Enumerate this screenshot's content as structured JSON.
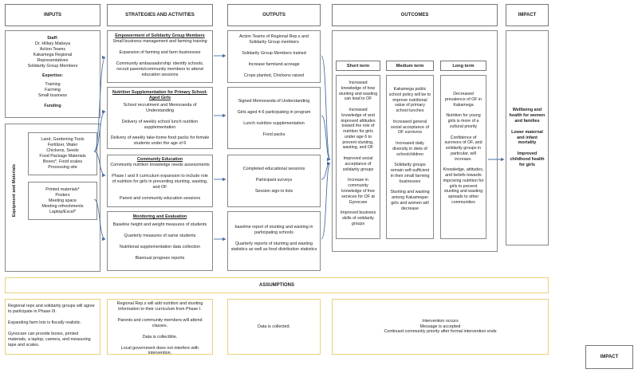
{
  "headers": {
    "inputs": "INPUTS",
    "strategies": "STRATEGIES AND ACTIVITIES",
    "outputs": "OUTPUTS",
    "outcomes": "OUTCOMES",
    "impact": "IMPACT"
  },
  "inputs_staff": {
    "title": "Staff:",
    "lines": [
      "Dr. Hillary Mabeya",
      "Action Teams",
      "Kakamega Regional",
      "Representatives",
      "Solidarity Group Members"
    ],
    "expertise_title": "Expertise:",
    "expertise": [
      "Training",
      "Farming",
      "Small business"
    ],
    "funding_title": "Funding"
  },
  "equipment": {
    "side_label": "Equipment and Materials",
    "box1": [
      "Land, Gardening Tools",
      "Fertilizer, Water",
      "Chickens, Seeds",
      "Food Package Materials",
      "Boxes*, Food scales",
      "Processing site"
    ],
    "box2": [
      "Printed materials*",
      "Posters",
      "Meeting space",
      "Meeting refreshments",
      "Laptop/Excel*"
    ]
  },
  "strategies": [
    {
      "title": "Empowerment of Solidarity Group Members",
      "items": [
        "Small business management and farming training",
        "Expansion of farming and farm businesses",
        "Community ambassadorship: identify schools, recruit parents/community members to attend education sessions"
      ]
    },
    {
      "title": "Nutrition Supplementation for Primary School-Aged Girls",
      "items": [
        "School recruitment and Memoranda of Understanding",
        "Delivery of weekly school lunch nutrition supplementation",
        "Delivery of weekly take-home food packs for female students under the age of 6"
      ]
    },
    {
      "title": "Community Education",
      "items": [
        "Community nutrition knowledge needs assessments",
        "Phase I and II curriculum expansion to include role of nutrition for girls in preventing stunting, wasting, and OF",
        "Parent and community education sessions"
      ]
    },
    {
      "title": "Monitoring and Evaluation",
      "items": [
        "Baseline height and weight measures of students",
        "Quarterly measures of same students",
        "Nutritional supplementation data collection",
        "Biannual progress reports"
      ]
    }
  ],
  "outputs": [
    [
      "Action Teams of Regional Rep.s and Solidarity Group members",
      "Solidarity Group Members trained",
      "Increase farmland acreage",
      "Crops planted, Chickens raised"
    ],
    [
      "Signed Memoranda of Understanding",
      "Girls aged 4-6 participating in program",
      "Lunch nutrition supplementation",
      "Food packs"
    ],
    [
      "Completed educational sessions",
      "Participant surveys",
      "Session sign-in lists"
    ],
    [
      "baseline report of stunting and wasting in participating schools",
      "Quarterly reports of stunting and wasting statistics as well as food distribution statistics"
    ]
  ],
  "outcomes": {
    "short_label": "Short term",
    "medium_label": "Medium term",
    "long_label": "Long term",
    "short": [
      "Increased knowledge of how stunting and wasting can lead to OF",
      "Increased knowledge of and improved attitudes toward the role of nutrition for girls under age 6 to prevent stunting, wasting, and OF",
      "Improved social acceptance of solidarity groups",
      "Increase in community knowledge of free services for OF at Gynocare",
      "Improved business skills of solidarity groups"
    ],
    "medium": [
      "Kakamega public school policy will be to improve nutritional value of primary school lunches",
      "Increased general social acceptance of OF survivors",
      "Increased daily diversity in diets of schoolchildren",
      "Solidarity groups remain self-sufficient in their small farming businesses",
      "Stunting and wasting among Kakamegan girls and women will decrease"
    ],
    "long": [
      "Decreased prevalence of OF in Kakamega",
      "Nutrition for young girls is more of a cultural priority",
      "Confidence of survivors of OF, and solidarity groups in particular, will increase.",
      "Knowledge, attitudes, and beliefs towards improving nutrition for girls to prevent stunting and wasting spreads to other communities"
    ]
  },
  "impact": [
    "Wellbeing and health for women and families",
    "Lower maternal and infant mortality",
    "Improved childhood health for girls"
  ],
  "assumptions": {
    "title": "ASSUMPTIONS",
    "col1": [
      "Regional reps and solidarity groups will agree to participate in Phase III.",
      "Expanding farm lots is fiscally realistic.",
      "Gynocare can provide boxes, printed materials, a laptop, camera, and measuring tape and scales."
    ],
    "col2": [
      "Regional Rep.s will add nutrition and stunting information to their curriculum from Phase I.",
      "Parents and community members will attend classes.",
      "Data is collectible.",
      "Local government does not interfere with intervention."
    ],
    "col3": [
      "Data is collected."
    ],
    "col4": [
      "Intervention occurs",
      "Message is accepted",
      "Continued community priority after formal intervention ends"
    ]
  },
  "bottom_impact": "IMPACT"
}
